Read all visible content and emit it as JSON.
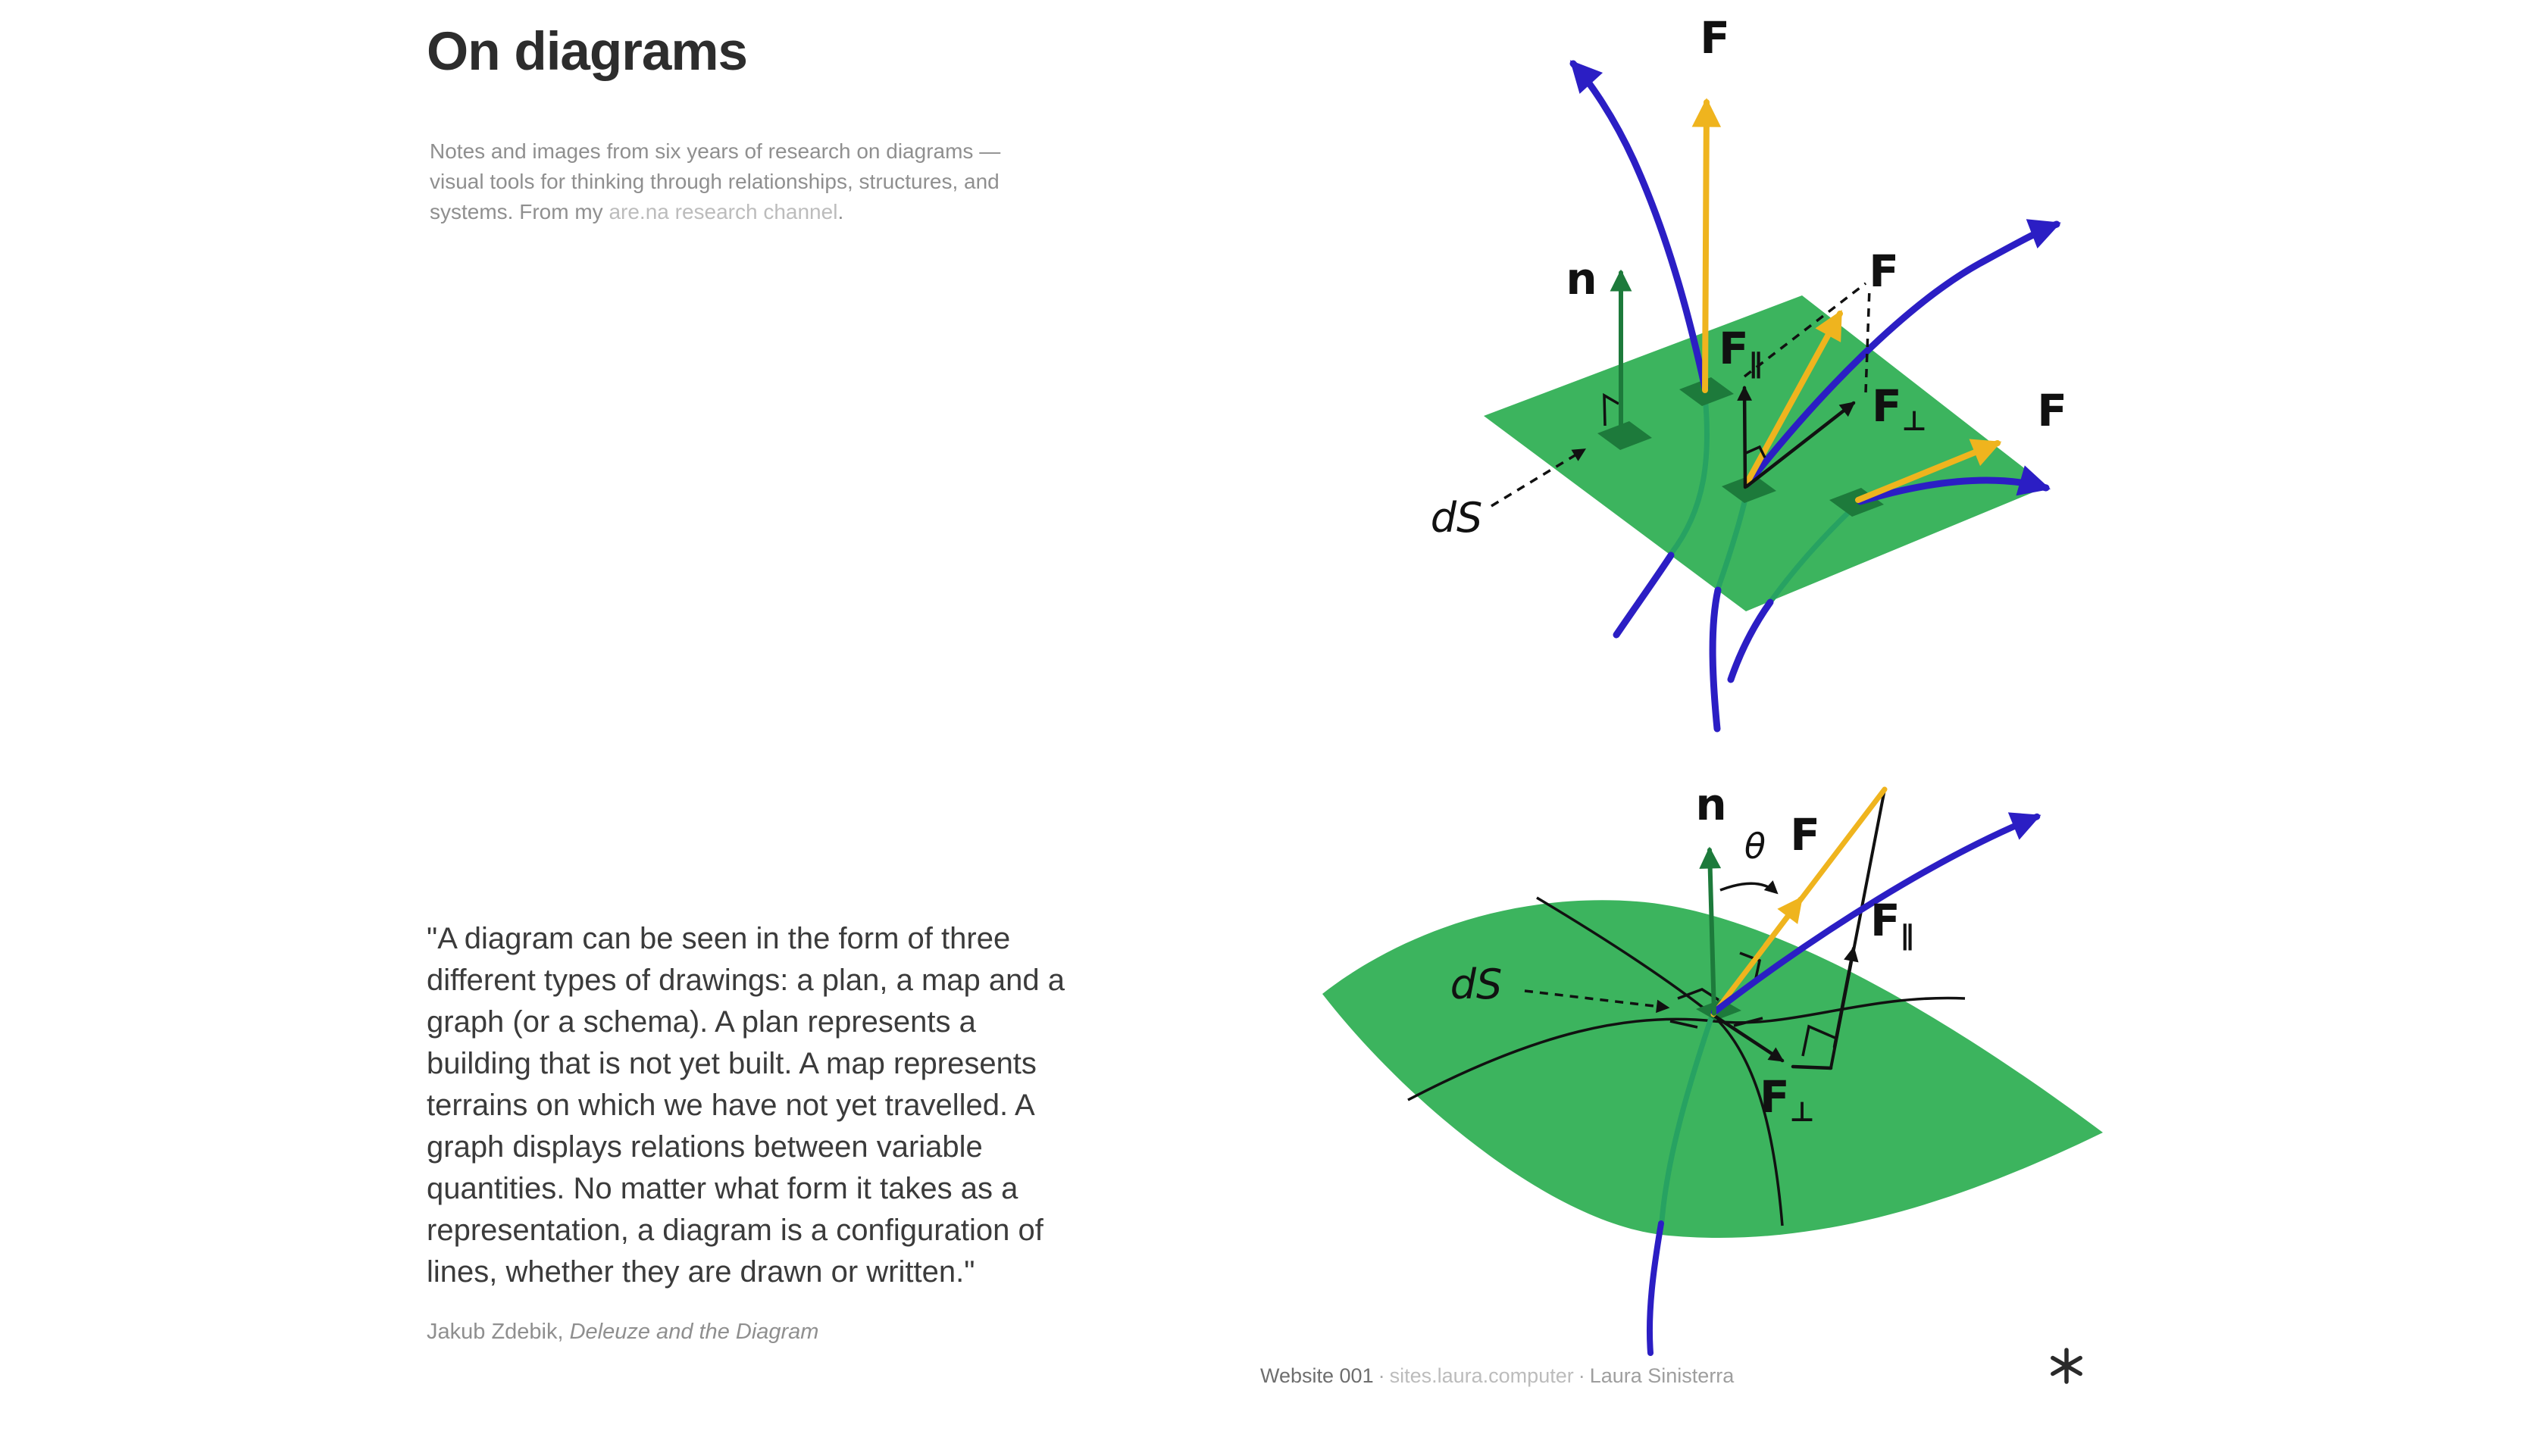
{
  "header": {
    "title": "On diagrams"
  },
  "intro": {
    "text": "Notes and images from six years of research on diagrams — visual tools for thinking through relationships, structures, and systems. From my ",
    "link_text": "are.na research channel",
    "suffix": "."
  },
  "quote": {
    "text": "\"A diagram can be seen in the form of three different types of drawings: a plan, a map and a graph (or a schema). A plan represents a building that is not yet built. A map represents terrains on which we have not yet travelled. A graph displays relations between variable quantities. No matter what form it takes as a representation, a diagram is a configuration of lines, whether they are drawn or written.\"",
    "author": "Jakub Zdebik,",
    "work": " Deleuze and the Diagram"
  },
  "footer": {
    "site_label": "Website 001",
    "dot": "·",
    "link_text": "sites.laura.computer",
    "author": "Laura Sinisterra"
  },
  "colors": {
    "surface_green": "#3cb45e",
    "element_green_dark": "#1d7a3b",
    "field_line_blue": "#2b1ec4",
    "vector_yellow": "#efb41e",
    "hidden_line_green": "#27a262",
    "label_black": "#111111",
    "title_gray": "#2d2d2d",
    "body_gray": "#8f8f8f",
    "link_gray": "#bcbcbc"
  },
  "flat_diagram": {
    "n": "n",
    "F": "F",
    "sub_parallel": "∥",
    "sub_perp": "⊥",
    "dS": "dS"
  },
  "curved_diagram": {
    "n": "n",
    "F": "F",
    "theta": "θ",
    "sub_parallel": "∥",
    "sub_perp": "⊥",
    "dS": "dS"
  }
}
